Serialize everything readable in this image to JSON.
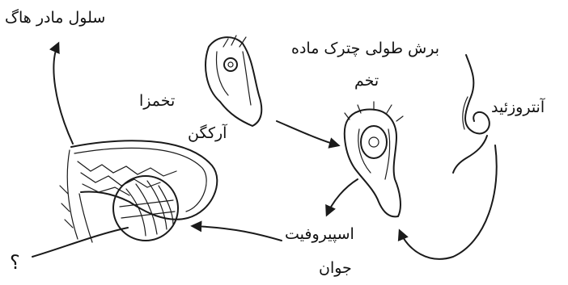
{
  "labels": {
    "mother_cell": "سلول مادر هاگ",
    "section": "برش طولی چترک ماده",
    "egg": "تخم",
    "antherozoid": "آنتروزئید",
    "egg_cell": "تخمزا",
    "archegonium": "آرکگن",
    "sporophyte": "اسپیروفیت",
    "young": "جوان",
    "question": "؟"
  }
}
